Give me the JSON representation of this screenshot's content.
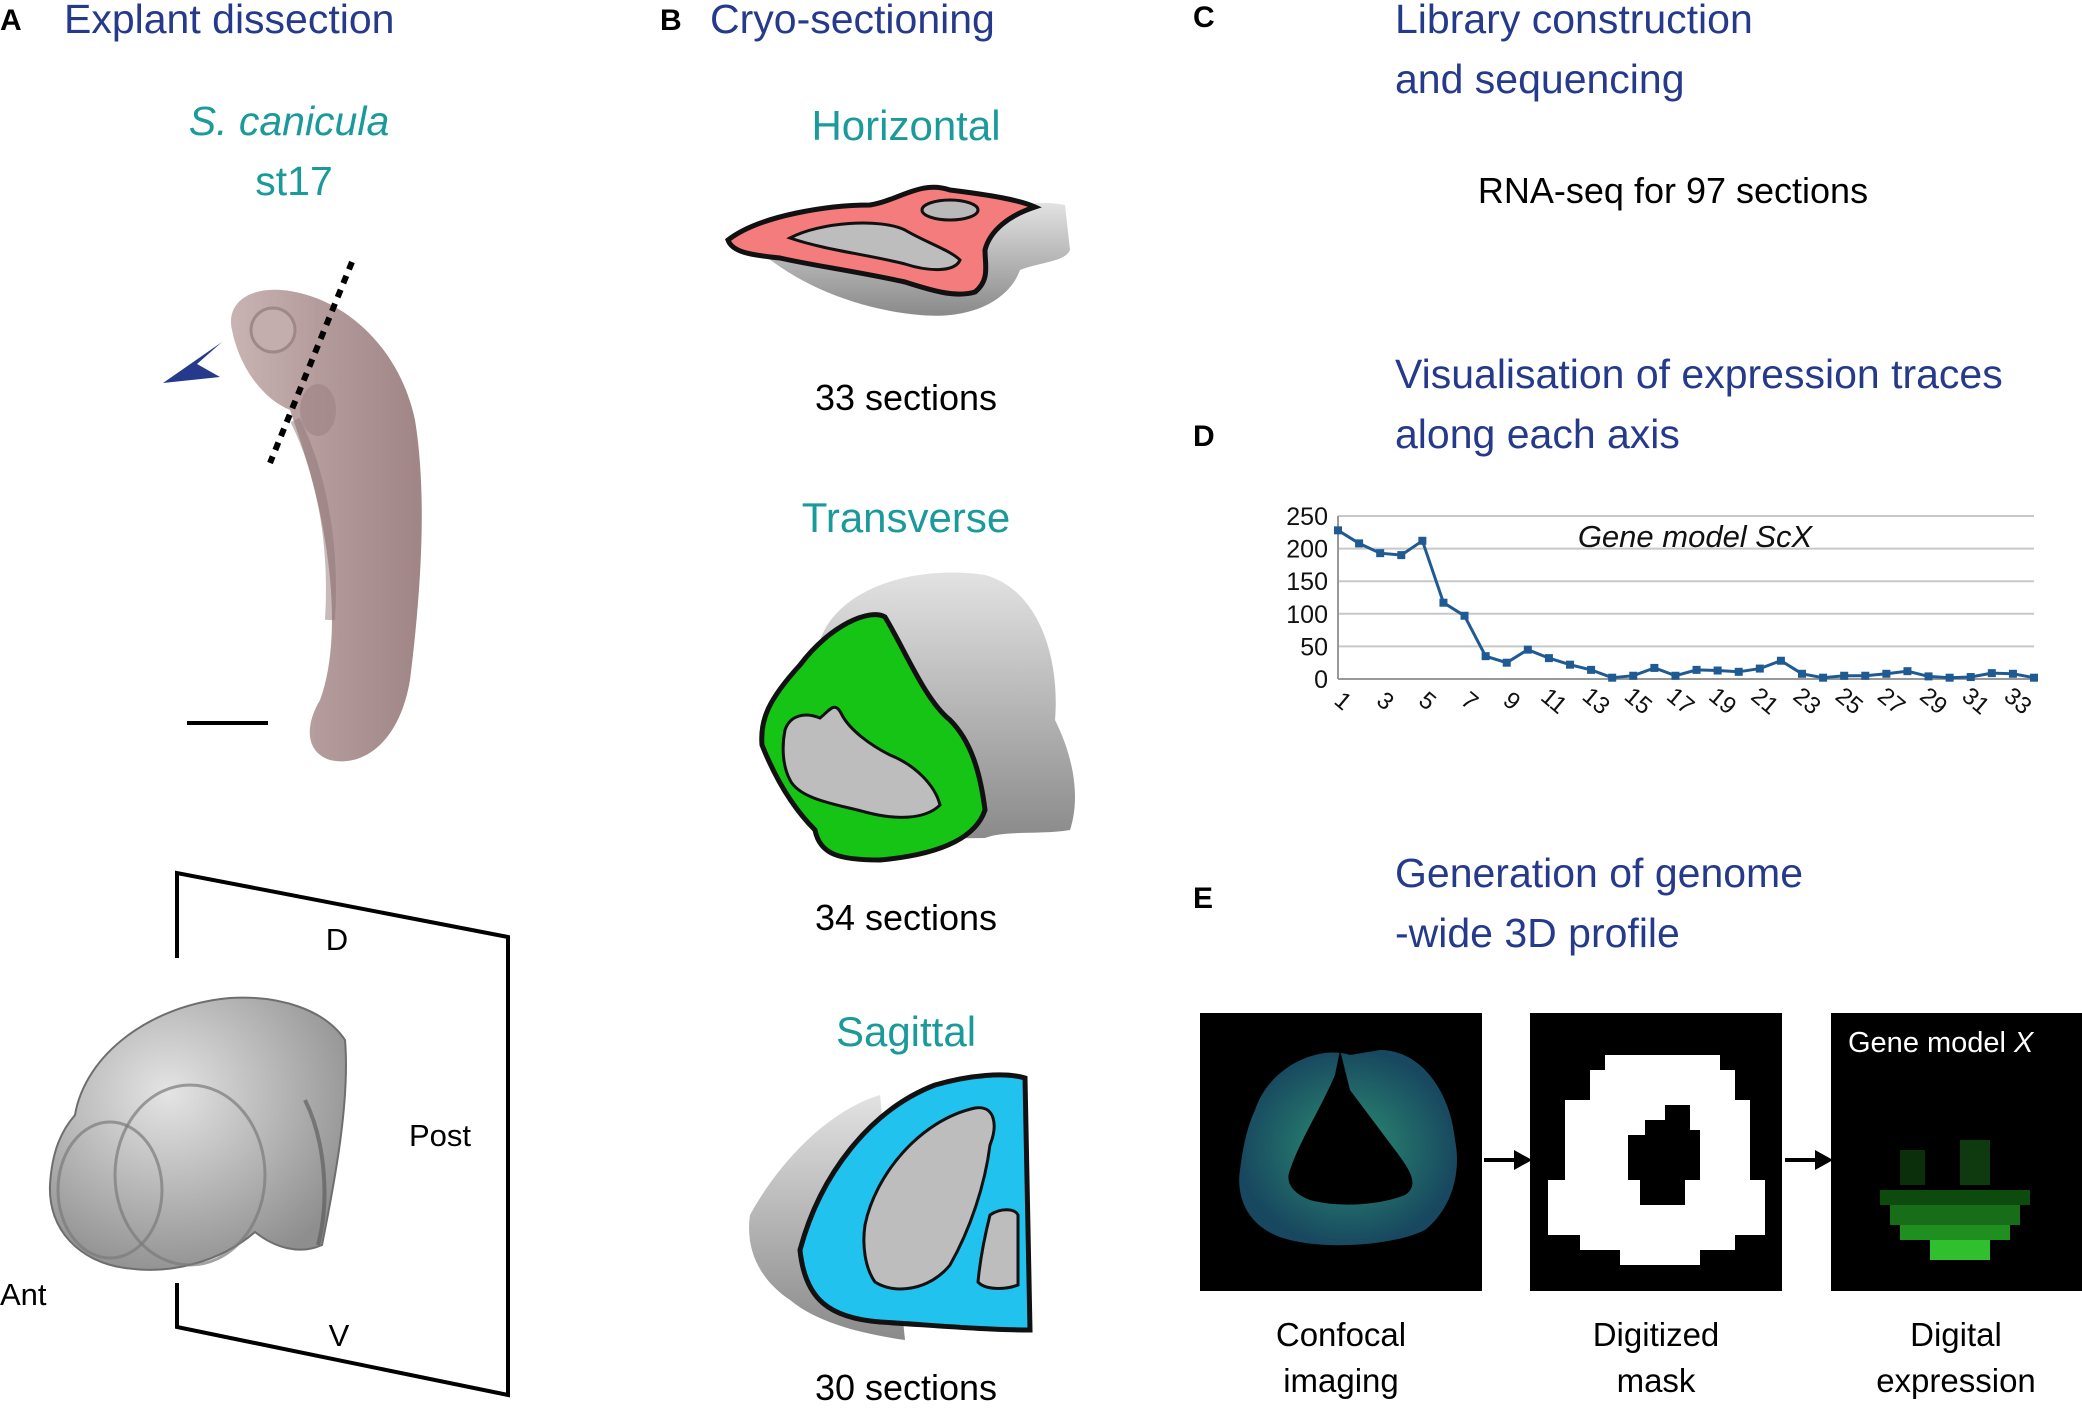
{
  "panel_a": {
    "letter": "A",
    "title": "Explant dissection",
    "species": "S. canicula",
    "stage": "st17",
    "orientation": {
      "dorsal": "D",
      "posterior": "Post",
      "anterior": "Ant",
      "ventral": "V"
    }
  },
  "panel_b": {
    "letter": "B",
    "title": "Cryo-sectioning",
    "planes": [
      {
        "name": "Horizontal",
        "count": "33 sections",
        "color": "#f47c7c"
      },
      {
        "name": "Transverse",
        "count": "34 sections",
        "color": "#16c416"
      },
      {
        "name": "Sagittal",
        "count": "30 sections",
        "color": "#21c2ee"
      }
    ]
  },
  "panel_c": {
    "letter": "C",
    "title_line1": "Library construction",
    "title_line2": "and sequencing",
    "note": "RNA-seq for 97 sections"
  },
  "panel_d": {
    "letter": "D",
    "title_line1": "Visualisation of expression traces",
    "title_line2": "along each axis"
  },
  "chart_data": {
    "type": "line",
    "title": "Gene model ScX",
    "xlabel": "",
    "ylabel": "",
    "ylim": [
      0,
      250
    ],
    "yticks": [
      0,
      50,
      100,
      150,
      200,
      250
    ],
    "xtick_labels": [
      "1",
      "3",
      "5",
      "7",
      "9",
      "11",
      "13",
      "15",
      "17",
      "19",
      "21",
      "23",
      "25",
      "27",
      "29",
      "31",
      "33"
    ],
    "x": [
      1,
      2,
      3,
      4,
      5,
      6,
      7,
      8,
      9,
      10,
      11,
      12,
      13,
      14,
      15,
      16,
      17,
      18,
      19,
      20,
      21,
      22,
      23,
      24,
      25,
      26,
      27,
      28,
      29,
      30,
      31,
      32,
      33,
      34
    ],
    "values": [
      228,
      208,
      193,
      190,
      212,
      117,
      97,
      35,
      25,
      45,
      32,
      22,
      14,
      2,
      5,
      17,
      5,
      14,
      13,
      11,
      16,
      28,
      8,
      2,
      5,
      5,
      8,
      12,
      4,
      2,
      3,
      9,
      8,
      2
    ],
    "grid": true,
    "color": "#1f5a93"
  },
  "panel_e": {
    "letter": "E",
    "title_line1": "Generation of genome",
    "title_line2": "-wide 3D profile",
    "image_overlay_prefix": "Gene model ",
    "image_overlay_var": "X",
    "captions": [
      {
        "line1": "Confocal",
        "line2": "imaging"
      },
      {
        "line1": "Digitized",
        "line2": "mask"
      },
      {
        "line1": "Digital",
        "line2": "expression"
      }
    ]
  },
  "colors": {
    "title_navy": "#263a8c",
    "teal": "#1a9a9a",
    "chart_line": "#1f5a93",
    "embryo": "#b99c9c"
  }
}
